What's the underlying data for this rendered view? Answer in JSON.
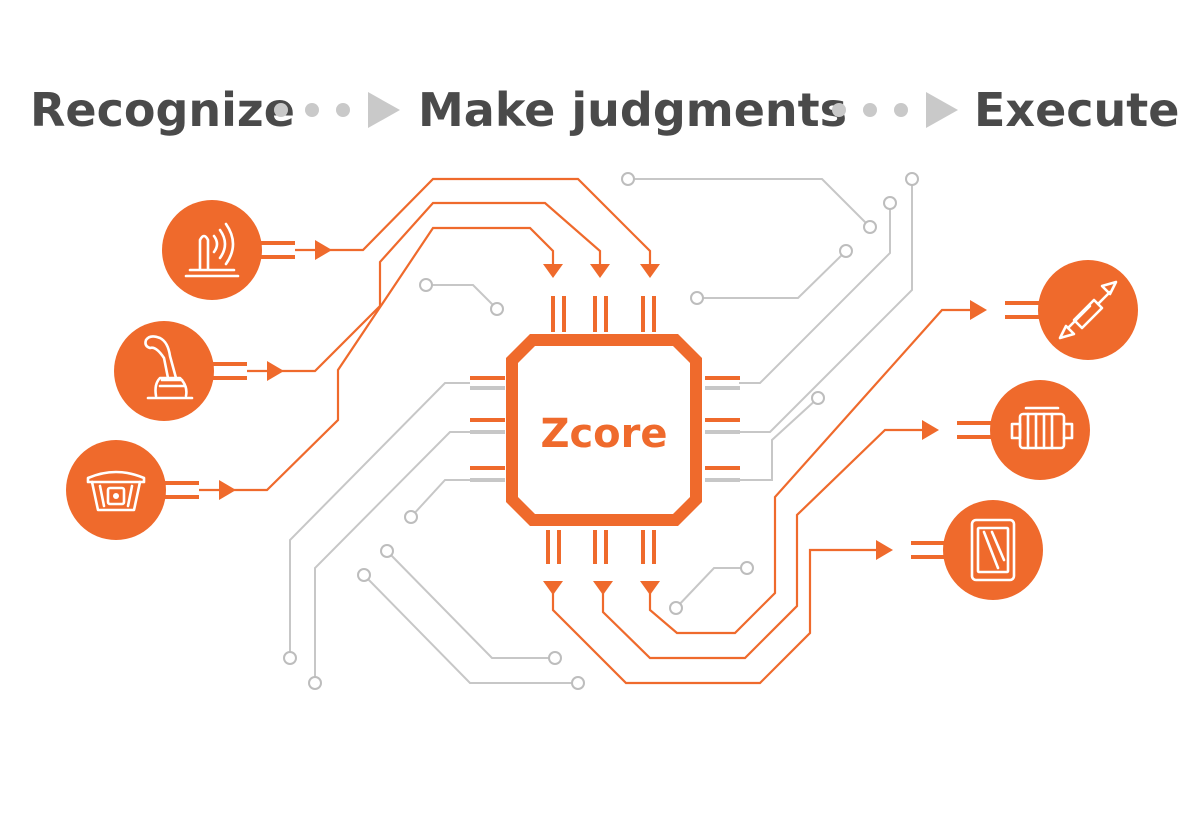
{
  "flow": {
    "step1": "Recognize",
    "step2": "Make judgments",
    "step3": "Execute"
  },
  "chip": {
    "label": "Zcore"
  },
  "colors": {
    "accent": "#ef6a2c",
    "text": "#4a4a4a",
    "trace_gray": "#c7c7c7"
  },
  "inputs": [
    {
      "icon": "radar-sensor-icon"
    },
    {
      "icon": "joystick-icon"
    },
    {
      "icon": "gnss-antenna-icon"
    }
  ],
  "outputs": [
    {
      "icon": "hydraulic-cylinder-icon"
    },
    {
      "icon": "engine-icon"
    },
    {
      "icon": "display-screen-icon"
    }
  ]
}
